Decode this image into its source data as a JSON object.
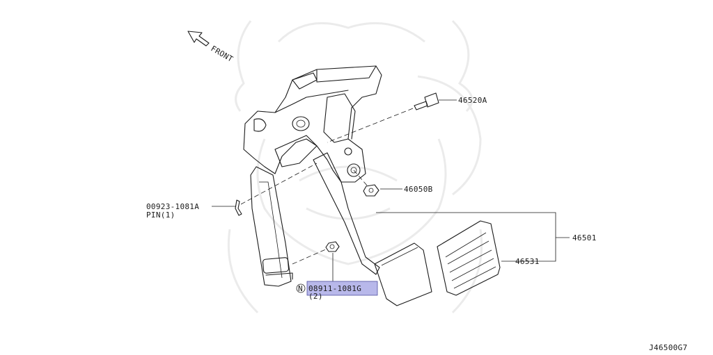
{
  "diagram": {
    "front_label": "FRONT",
    "figure_code": "J46500G7",
    "callouts": [
      {
        "id": "46520A",
        "text": "46520A"
      },
      {
        "id": "46050B",
        "text": "46050B"
      },
      {
        "id": "00923-1081A",
        "text": "00923-1081A",
        "sub": "PIN(1)"
      },
      {
        "id": "46501",
        "text": "46501"
      },
      {
        "id": "46531",
        "text": "46531"
      },
      {
        "id": "08911-1081G",
        "text": "08911-1081G",
        "sub": "(2)",
        "prefix": "N",
        "highlighted": true
      }
    ],
    "colors": {
      "line": "#1a1a1a",
      "highlight": "#b8b8ea",
      "watermark": "#ebebeb"
    }
  }
}
